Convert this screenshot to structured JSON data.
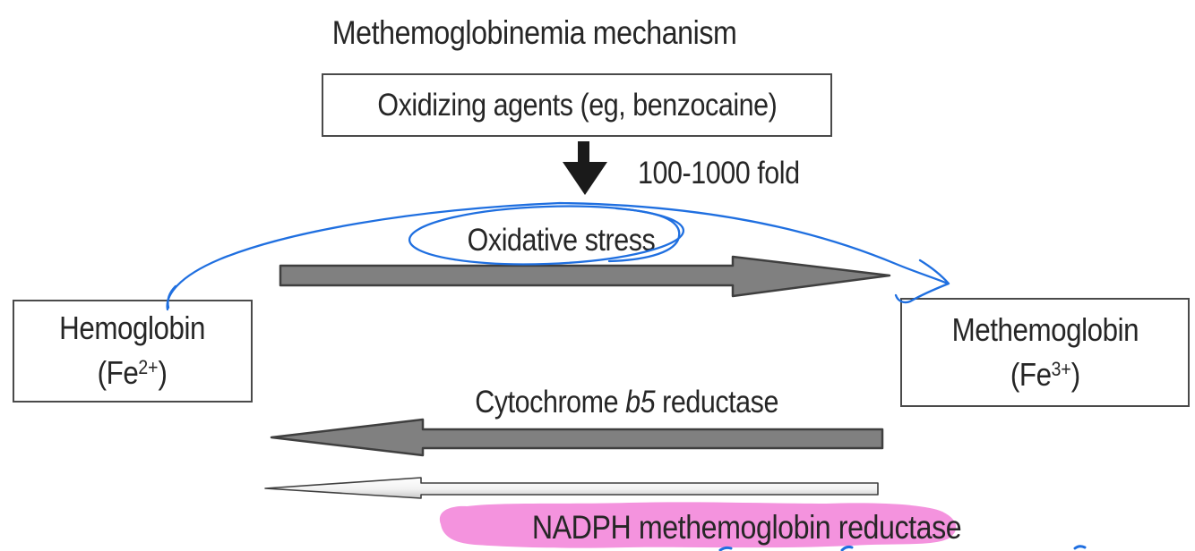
{
  "title": "Methemoglobinemia mechanism",
  "oxidizing_box": {
    "label": "Oxidizing agents (eg, benzocaine)"
  },
  "down_arrow_label": "100-1000 fold",
  "oxidative_stress_label": "Oxidative stress",
  "hemoglobin_box": {
    "name": "Hemoglobin",
    "formula_open": "(Fe",
    "formula_sup": "2+",
    "formula_close": ")"
  },
  "methemoglobin_box": {
    "name": "Methemoglobin",
    "formula_open": "(Fe",
    "formula_sup": "3+",
    "formula_close": ")"
  },
  "cytochrome_label": {
    "prefix": "Cytochrome ",
    "italic": "b5",
    "suffix": " reductase"
  },
  "nadph_label": "NADPH methemoglobin reductase",
  "colors": {
    "ink": "#262626",
    "box_border": "#4a4a4a",
    "arrow_gray": "#808080",
    "arrow_outline": "#3f3f3f",
    "black_arrow": "#1a1a1a",
    "annotation_blue": "#1f6fe0",
    "highlight_pink": "#f493de"
  }
}
